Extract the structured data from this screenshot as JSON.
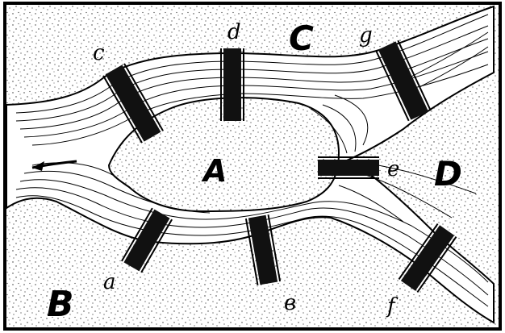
{
  "diagram": {
    "regions": [
      {
        "id": "A",
        "label": "A"
      },
      {
        "id": "B",
        "label": "B"
      },
      {
        "id": "C",
        "label": "C"
      },
      {
        "id": "D",
        "label": "D"
      }
    ],
    "bridges": [
      {
        "id": "a",
        "label": "a"
      },
      {
        "id": "b",
        "label": "в"
      },
      {
        "id": "c",
        "label": "c"
      },
      {
        "id": "d",
        "label": "d"
      },
      {
        "id": "e",
        "label": "e"
      },
      {
        "id": "f",
        "label": "f"
      },
      {
        "id": "g",
        "label": "g"
      }
    ]
  }
}
